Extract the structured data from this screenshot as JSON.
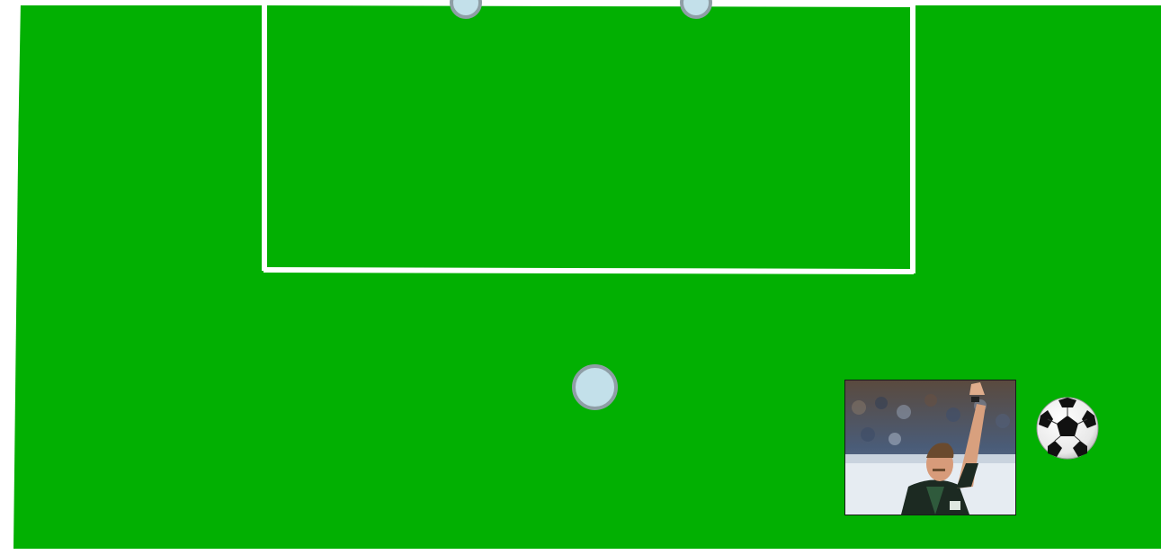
{
  "game": {
    "colors": {
      "grass": "#02b002",
      "lines": "#ffffff",
      "marker_fill": "#c3e0ea",
      "marker_border": "#8f9ea6",
      "card_border": "#1a1a1a",
      "ball_white": "#ffffff",
      "ball_black": "#111111"
    },
    "pitch": {
      "markings": [
        "touchline-left",
        "penalty-box"
      ]
    },
    "players": [
      {
        "id": "player-1",
        "state": "idle"
      },
      {
        "id": "player-2",
        "state": "idle"
      },
      {
        "id": "player-3",
        "state": "idle"
      }
    ],
    "referee": {
      "icon": "referee-raising-hand-photo"
    },
    "ball": {
      "icon": "soccer-ball-icon"
    }
  }
}
